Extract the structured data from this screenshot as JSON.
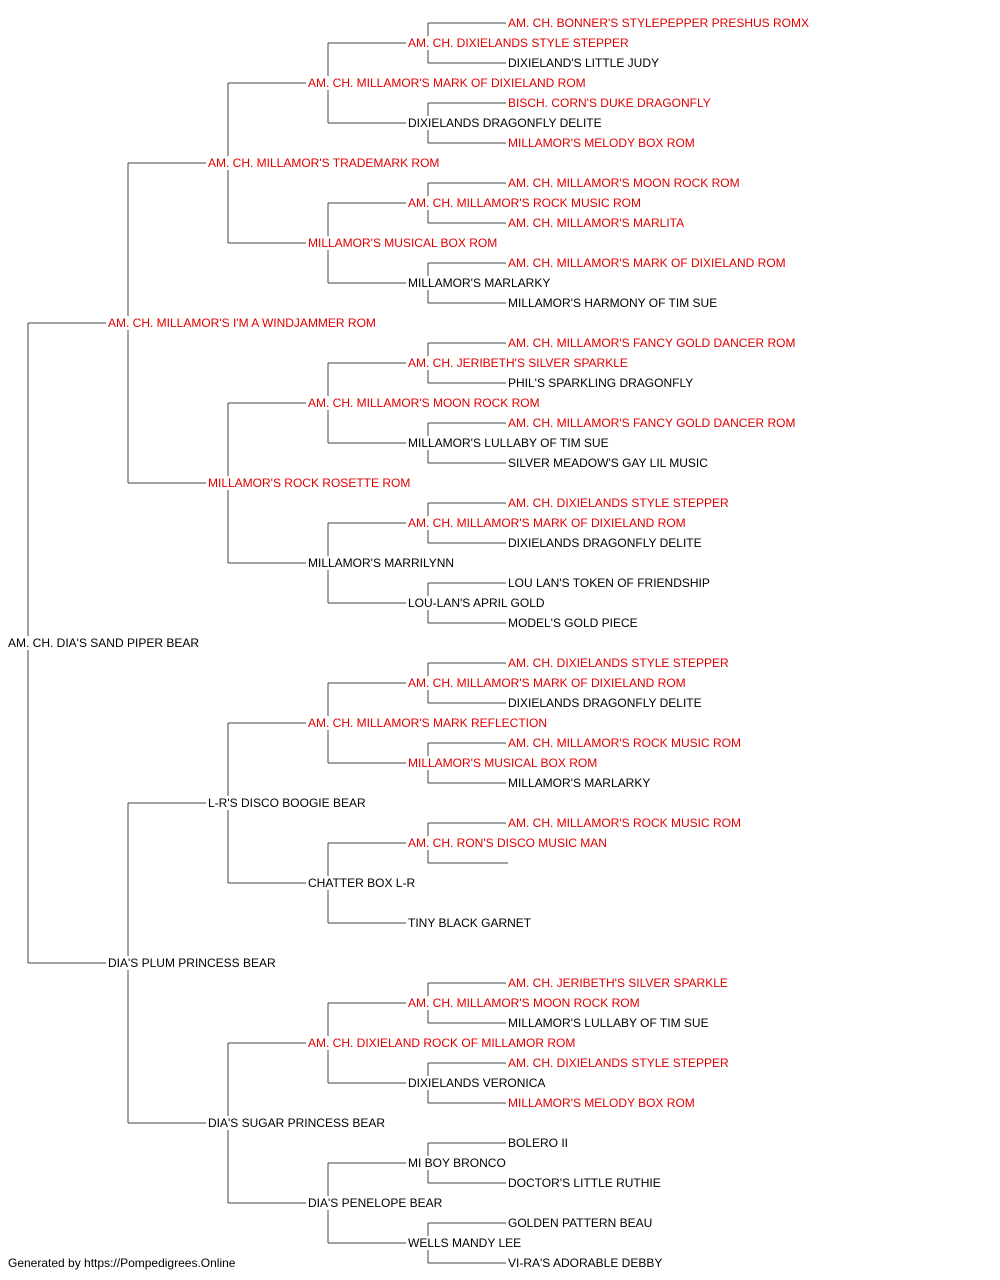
{
  "pedigree": [
    {
      "id": 0,
      "name": "AM. CH. DIA'S SAND PIPER BEAR",
      "champion": false
    },
    {
      "id": 1,
      "name": "AM. CH. MILLAMOR'S I'M A WINDJAMMER ROM",
      "champion": true
    },
    {
      "id": 2,
      "name": "DIA'S PLUM PRINCESS BEAR",
      "champion": false
    },
    {
      "id": 3,
      "name": "AM. CH. MILLAMOR'S TRADEMARK ROM",
      "champion": true
    },
    {
      "id": 4,
      "name": "MILLAMOR'S ROCK ROSETTE ROM",
      "champion": true
    },
    {
      "id": 5,
      "name": "L-R'S DISCO BOOGIE BEAR",
      "champion": false
    },
    {
      "id": 6,
      "name": "DIA'S SUGAR PRINCESS BEAR",
      "champion": false
    },
    {
      "id": 7,
      "name": "AM. CH. MILLAMOR'S MARK OF DIXIELAND ROM",
      "champion": true
    },
    {
      "id": 8,
      "name": "MILLAMOR'S MUSICAL BOX ROM",
      "champion": true
    },
    {
      "id": 9,
      "name": "AM. CH. MILLAMOR'S MOON ROCK ROM",
      "champion": true
    },
    {
      "id": 10,
      "name": "MILLAMOR'S MARRILYNN",
      "champion": false
    },
    {
      "id": 11,
      "name": "AM. CH. MILLAMOR'S MARK REFLECTION",
      "champion": true
    },
    {
      "id": 12,
      "name": "CHATTER BOX L-R",
      "champion": false
    },
    {
      "id": 13,
      "name": "AM. CH. DIXIELAND ROCK OF MILLAMOR ROM",
      "champion": true
    },
    {
      "id": 14,
      "name": "DIA'S PENELOPE BEAR",
      "champion": false
    },
    {
      "id": 15,
      "name": "AM. CH. DIXIELANDS STYLE STEPPER",
      "champion": true
    },
    {
      "id": 16,
      "name": "DIXIELANDS DRAGONFLY DELITE",
      "champion": false
    },
    {
      "id": 17,
      "name": "AM. CH. MILLAMOR'S ROCK MUSIC ROM",
      "champion": true
    },
    {
      "id": 18,
      "name": "MILLAMOR'S MARLARKY",
      "champion": false
    },
    {
      "id": 19,
      "name": "AM. CH. JERIBETH'S SILVER SPARKLE",
      "champion": true
    },
    {
      "id": 20,
      "name": "MILLAMOR'S LULLABY OF TIM SUE",
      "champion": false
    },
    {
      "id": 21,
      "name": "AM. CH. MILLAMOR'S MARK OF DIXIELAND ROM",
      "champion": true
    },
    {
      "id": 22,
      "name": "LOU-LAN'S APRIL GOLD",
      "champion": false
    },
    {
      "id": 23,
      "name": "AM. CH. MILLAMOR'S MARK OF DIXIELAND ROM",
      "champion": true
    },
    {
      "id": 24,
      "name": "MILLAMOR'S MUSICAL BOX ROM",
      "champion": true
    },
    {
      "id": 25,
      "name": "AM. CH. RON'S DISCO MUSIC MAN",
      "champion": true
    },
    {
      "id": 26,
      "name": "TINY BLACK GARNET",
      "champion": false
    },
    {
      "id": 27,
      "name": "AM. CH. MILLAMOR'S MOON ROCK ROM",
      "champion": true
    },
    {
      "id": 28,
      "name": "DIXIELANDS VERONICA",
      "champion": false
    },
    {
      "id": 29,
      "name": "MI BOY BRONCO",
      "champion": false
    },
    {
      "id": 30,
      "name": "WELLS MANDY LEE",
      "champion": false
    },
    {
      "id": 31,
      "name": "AM. CH. BONNER'S STYLEPEPPER PRESHUS ROMX",
      "champion": true
    },
    {
      "id": 32,
      "name": "DIXIELAND'S LITTLE JUDY",
      "champion": false
    },
    {
      "id": 33,
      "name": "BISCH. CORN'S DUKE DRAGONFLY",
      "champion": true
    },
    {
      "id": 34,
      "name": "MILLAMOR'S MELODY BOX ROM",
      "champion": true
    },
    {
      "id": 35,
      "name": "AM. CH. MILLAMOR'S MOON ROCK ROM",
      "champion": true
    },
    {
      "id": 36,
      "name": "AM. CH. MILLAMOR'S MARLITA",
      "champion": true
    },
    {
      "id": 37,
      "name": "AM. CH. MILLAMOR'S MARK OF DIXIELAND ROM",
      "champion": true
    },
    {
      "id": 38,
      "name": "MILLAMOR'S HARMONY OF TIM SUE",
      "champion": false
    },
    {
      "id": 39,
      "name": "AM. CH. MILLAMOR'S FANCY GOLD DANCER ROM",
      "champion": true
    },
    {
      "id": 40,
      "name": "PHIL'S SPARKLING DRAGONFLY",
      "champion": false
    },
    {
      "id": 41,
      "name": "AM. CH. MILLAMOR'S FANCY GOLD DANCER ROM",
      "champion": true
    },
    {
      "id": 42,
      "name": "SILVER MEADOW'S GAY LIL MUSIC",
      "champion": false
    },
    {
      "id": 43,
      "name": "AM. CH. DIXIELANDS STYLE STEPPER",
      "champion": true
    },
    {
      "id": 44,
      "name": "DIXIELANDS DRAGONFLY DELITE",
      "champion": false
    },
    {
      "id": 45,
      "name": "LOU LAN'S TOKEN OF FRIENDSHIP",
      "champion": false
    },
    {
      "id": 46,
      "name": "MODEL'S GOLD PIECE",
      "champion": false
    },
    {
      "id": 47,
      "name": "AM. CH. DIXIELANDS STYLE STEPPER",
      "champion": true
    },
    {
      "id": 48,
      "name": "DIXIELANDS DRAGONFLY DELITE",
      "champion": false
    },
    {
      "id": 49,
      "name": "AM. CH. MILLAMOR'S ROCK MUSIC ROM",
      "champion": true
    },
    {
      "id": 50,
      "name": "MILLAMOR'S MARLARKY",
      "champion": false
    },
    {
      "id": 51,
      "name": "AM. CH. MILLAMOR'S ROCK MUSIC ROM",
      "champion": true
    },
    {
      "id": 52,
      "name": "",
      "champion": false
    },
    {
      "id": 55,
      "name": "AM. CH. JERIBETH'S SILVER SPARKLE",
      "champion": true
    },
    {
      "id": 56,
      "name": "MILLAMOR'S LULLABY OF TIM SUE",
      "champion": false
    },
    {
      "id": 57,
      "name": "AM. CH. DIXIELANDS STYLE STEPPER",
      "champion": true
    },
    {
      "id": 58,
      "name": "MILLAMOR'S MELODY BOX ROM",
      "champion": true
    },
    {
      "id": 59,
      "name": "BOLERO II",
      "champion": false
    },
    {
      "id": 60,
      "name": "DOCTOR'S LITTLE RUTHIE",
      "champion": false
    },
    {
      "id": 61,
      "name": "GOLDEN PATTERN BEAU",
      "champion": false
    },
    {
      "id": 62,
      "name": "VI-RA'S ADORABLE DEBBY",
      "champion": false
    }
  ],
  "colors": {
    "champion": "#e00000",
    "normal": "#000000",
    "line": "#444444"
  },
  "footer": "Generated by https://Pompedigrees.Online"
}
